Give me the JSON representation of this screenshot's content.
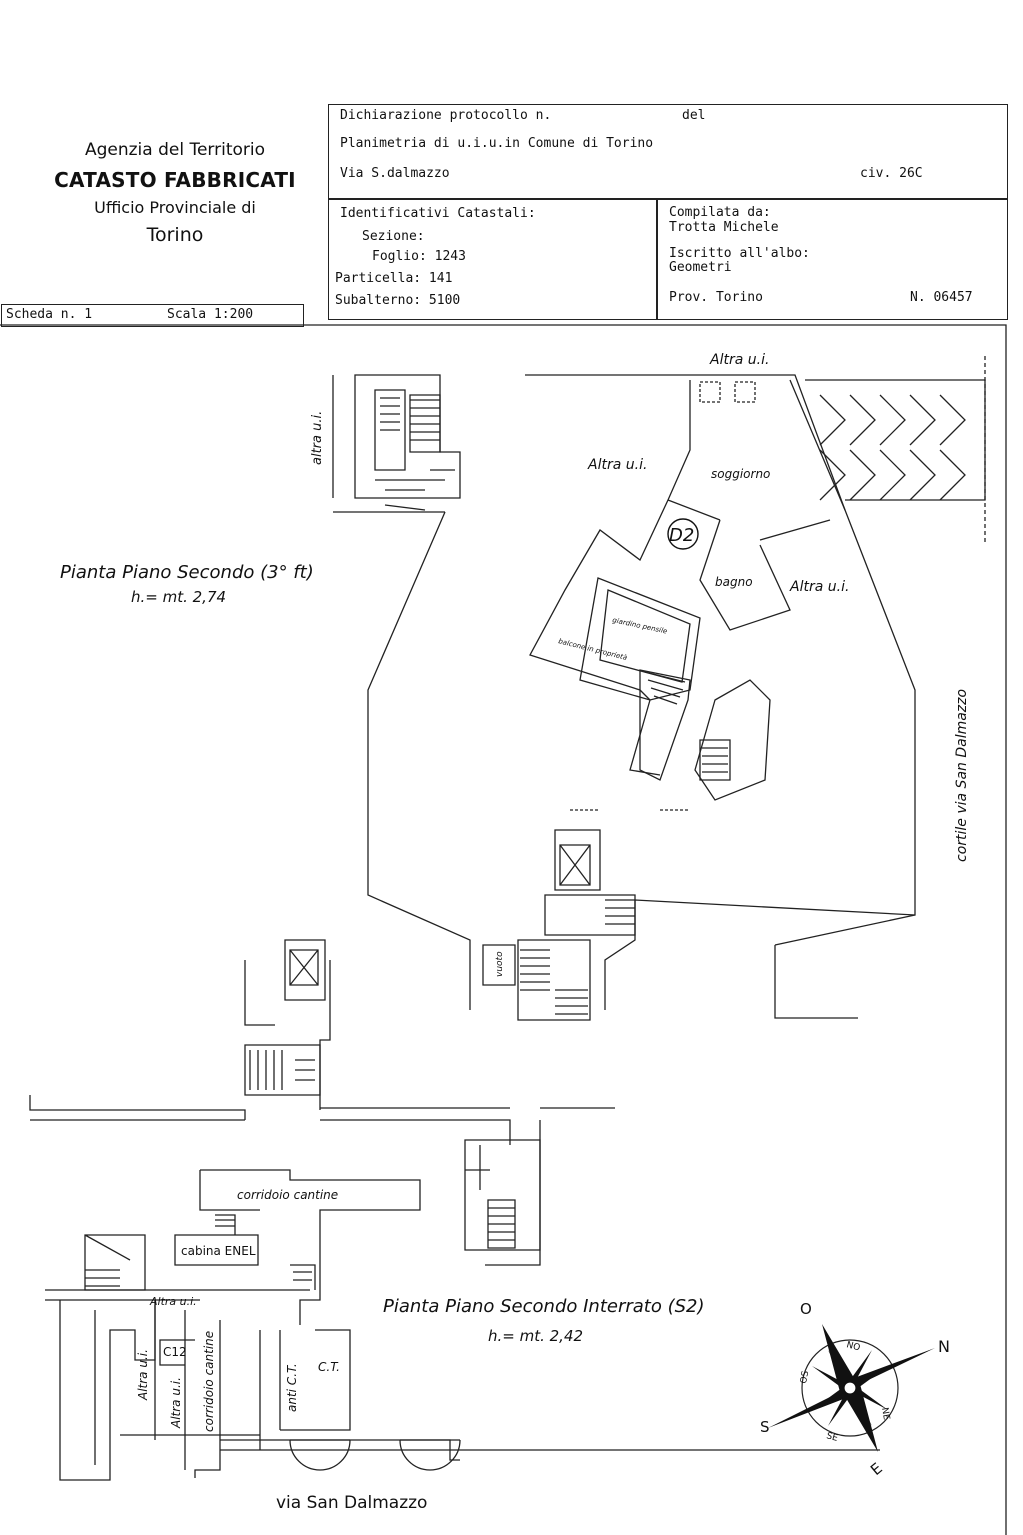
{
  "agency": {
    "line1": "Agenzia del Territorio",
    "line2": "CATASTO FABBRICATI",
    "line3": "Ufficio Provinciale di",
    "line4": "Torino"
  },
  "header": {
    "protocollo": "Dichiarazione protocollo n.",
    "del": "del",
    "planimetria": "Planimetria di u.i.u.in Comune di Torino",
    "via": "Via S.dalmazzo",
    "civ": "civ. 26C"
  },
  "identificativi": {
    "title": "Identificativi Catastali:",
    "sezione": "Sezione:",
    "foglio": "Foglio: 1243",
    "particella": "Particella: 141",
    "subalterno": "Subalterno: 5100"
  },
  "compilata": {
    "label": "Compilata da:",
    "name": "Trotta Michele",
    "albo_label": "Iscritto all'albo:",
    "albo": "Geometri",
    "prov": "Prov. Torino",
    "numero": "N. 06457"
  },
  "scheda": {
    "number": "Scheda n. 1",
    "scale": "Scala 1:200"
  },
  "plan_upper": {
    "title": "Pianta Piano Secondo (3° ft)",
    "height": "h.= mt. 2,74",
    "altra_top": "Altra u.i.",
    "altra_left": "altra u.i.",
    "altra_mid": "Altra u.i.",
    "soggiorno": "soggiorno",
    "unit_id": "D2",
    "bagno": "bagno",
    "altra_right": "Altra u.i.",
    "giardino": "giardino pensile",
    "balcone": "balcone in proprietà",
    "vuoto": "vuoto",
    "cortile": "cortile via San Dalmazzo"
  },
  "plan_lower": {
    "title": "Pianta Piano Secondo Interrato (S2)",
    "height": "h.= mt. 2,42",
    "corridoio1": "corridoio cantine",
    "cabina": "cabina ENEL",
    "altra1": "Altra u.i.",
    "c12": "C12",
    "altra2": "Altra u.i.",
    "altra3": "Altra u.i.",
    "corridoio2": "corridoio cantine",
    "antict": "anti C.T.",
    "ct": "C.T.",
    "street": "via San Dalmazzo"
  },
  "compass": {
    "n": "N",
    "o": "O",
    "s": "S",
    "e": "E",
    "no": "NO",
    "ne": "NE",
    "os": "OS",
    "se": "SE"
  }
}
